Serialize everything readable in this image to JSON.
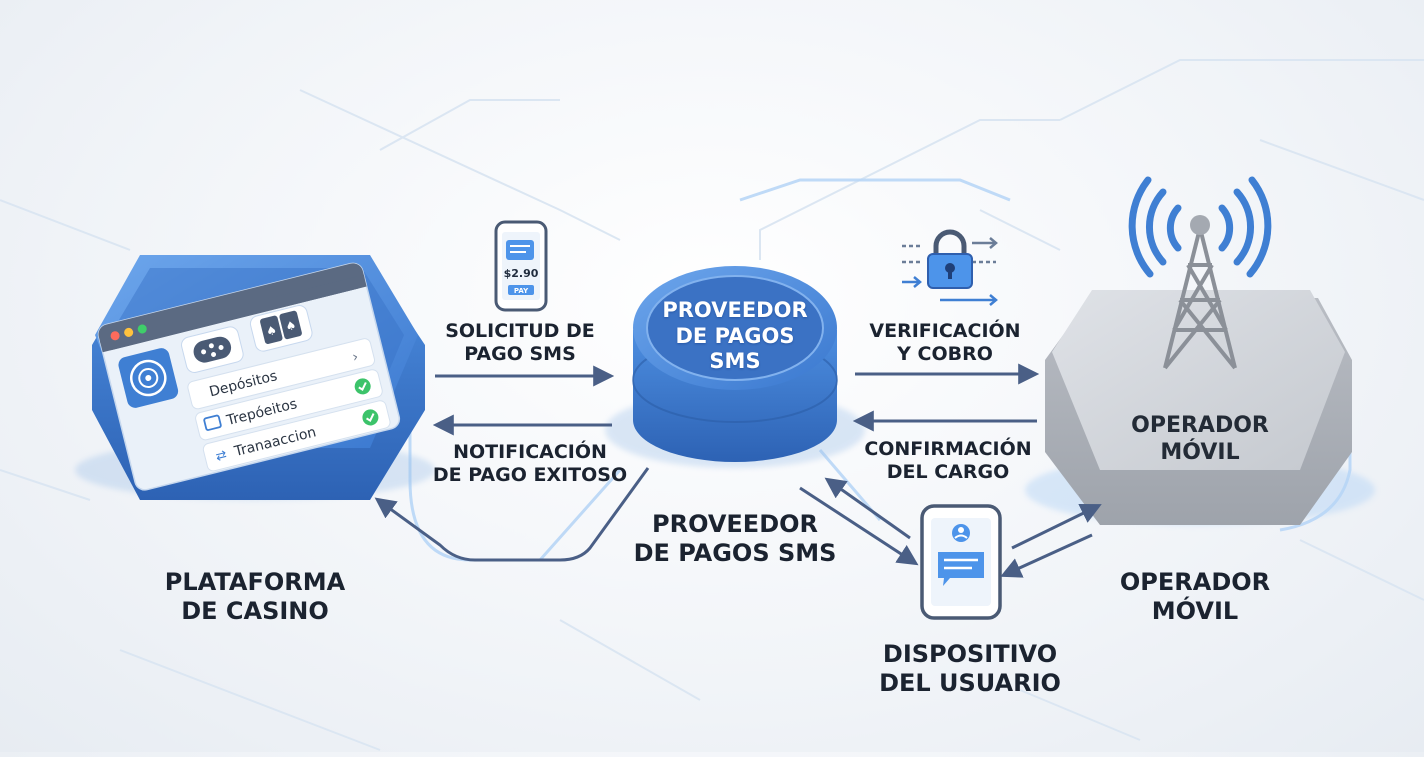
{
  "nodes": {
    "casino": {
      "label_line1": "PLATAFORMA",
      "label_line2": "DE CASINO",
      "menu": [
        {
          "label": "Depósitos",
          "icon": "chevron-right-icon"
        },
        {
          "label": "Trepóeitos",
          "icon": "check-icon"
        },
        {
          "label": "Tranaaccion",
          "icon": "check-icon"
        }
      ]
    },
    "provider": {
      "top_line1": "PROVEEDOR",
      "top_line2": "DE PAGOS",
      "top_line3": "SMS",
      "caption_line1": "PROVEEDOR",
      "caption_line2": "DE PAGOS SMS"
    },
    "operator": {
      "top_line1": "OPERADOR",
      "top_line2": "MÓVIL",
      "caption_line1": "OPERADOR",
      "caption_line2": "MÓVIL"
    },
    "device": {
      "label_line1": "DISPOSITIVO",
      "label_line2": "DEL USUARIO"
    }
  },
  "flows": {
    "request": {
      "line1": "SOLICITUD DE",
      "line2": "PAGO SMS",
      "phone_amount": "$2.90",
      "phone_button": "PAY"
    },
    "notification": {
      "line1": "NOTIFICACIÓN",
      "line2": "DE PAGO EXITOSO"
    },
    "verification": {
      "line1": "VERIFICACIÓN",
      "line2": "Y COBRO"
    },
    "confirmation": {
      "line1": "CONFIRMACIÓN",
      "line2": "DEL CARGO"
    }
  },
  "colors": {
    "accent_blue": "#3f7fd3",
    "dark_blue": "#2f5fae",
    "arrow": "#4a5f86",
    "operator_gray": "#c9ccd2",
    "success_green": "#3cc36a"
  }
}
